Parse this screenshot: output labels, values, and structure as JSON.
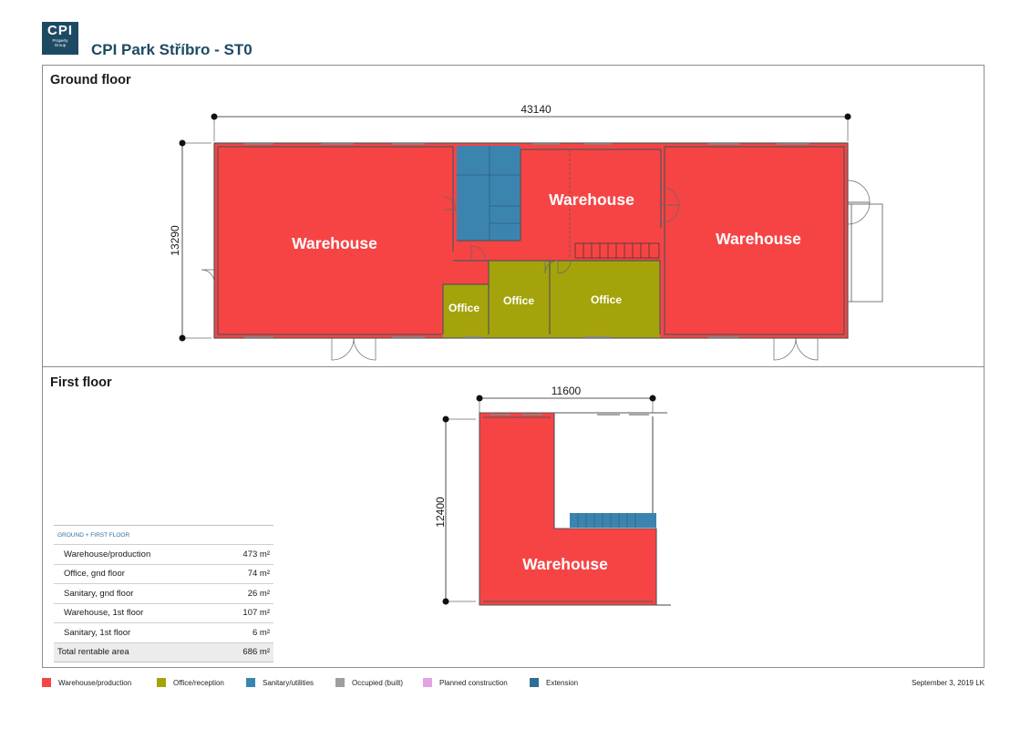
{
  "logo": {
    "brand": "CPI",
    "line1": "Property",
    "line2": "Group"
  },
  "title": "CPI Park Stříbro - ST0",
  "ground_floor": {
    "heading": "Ground floor",
    "width_dim": "43140",
    "height_dim": "13290",
    "rooms": [
      "Warehouse",
      "Warehouse",
      "Warehouse",
      "Office",
      "Office",
      "Office"
    ]
  },
  "first_floor": {
    "heading": "First floor",
    "width_dim": "11600",
    "height_dim": "12400",
    "rooms": [
      "Warehouse"
    ]
  },
  "area_table": {
    "header": "GROUND + FIRST FLOOR",
    "rows": [
      {
        "name": "Warehouse/production",
        "value": "473 m²"
      },
      {
        "name": "Office, gnd floor",
        "value": "74 m²"
      },
      {
        "name": "Sanitary, gnd floor",
        "value": "26 m²"
      },
      {
        "name": "Warehouse, 1st floor",
        "value": "107 m²"
      },
      {
        "name": "Sanitary, 1st floor",
        "value": "6 m²"
      }
    ],
    "total": {
      "name": "Total rentable area",
      "value": "686 m²"
    }
  },
  "legend": [
    {
      "label": "Warehouse/production",
      "color": "#f64445"
    },
    {
      "label": "Office/reception",
      "color": "#a5a30c"
    },
    {
      "label": "Sanitary/utilities",
      "color": "#3c84b0"
    },
    {
      "label": "Occupied (built)",
      "color": "#9e9e9e"
    },
    {
      "label": "Planned construction",
      "color": "#e3a2e2"
    },
    {
      "label": "Extension",
      "color": "#2e6e92"
    }
  ],
  "footer_date": "September 3, 2019 LK"
}
